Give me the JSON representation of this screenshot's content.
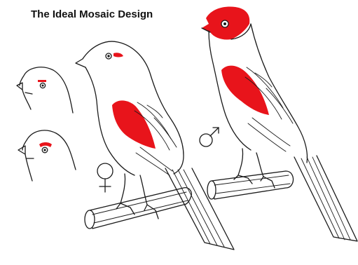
{
  "title": "The Ideal Mosaic Design",
  "colors": {
    "red": "#e8141b",
    "ink": "#1a1a1a",
    "background": "#ffffff"
  },
  "symbols": {
    "female": "female-symbol",
    "male": "male-symbol"
  }
}
